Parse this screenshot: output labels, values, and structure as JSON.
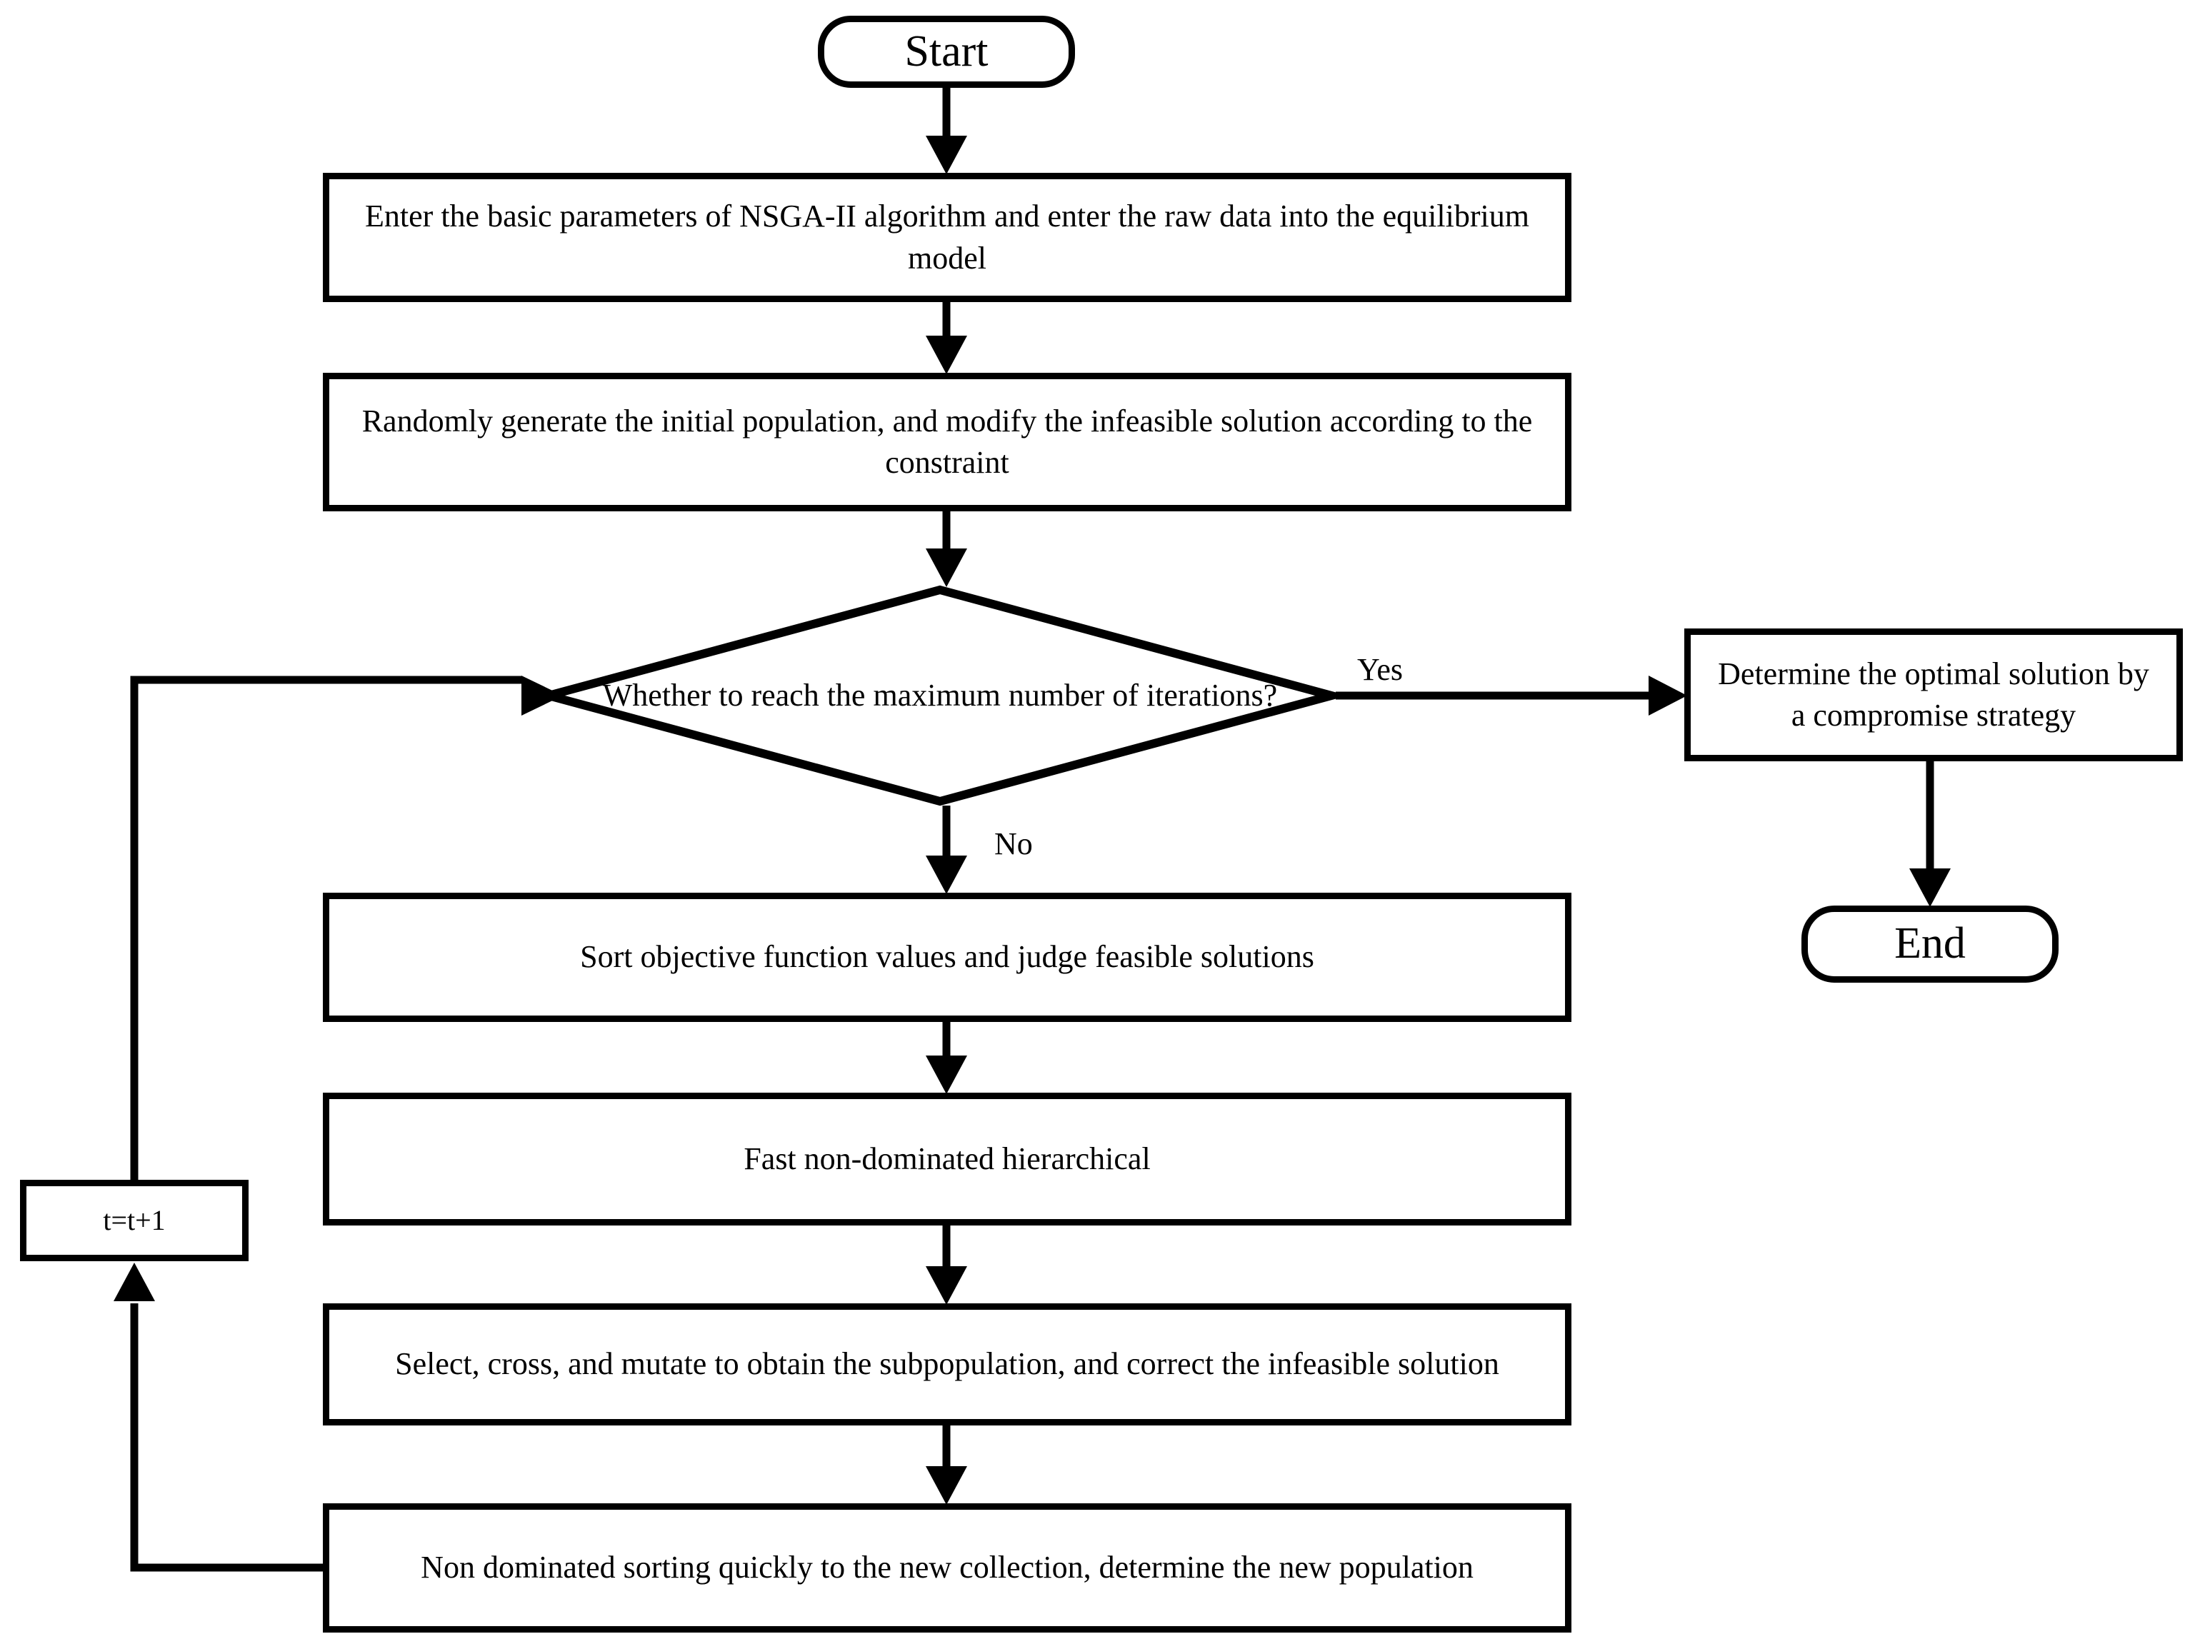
{
  "diagram": {
    "title": "NSGA-II algorithm flowchart",
    "type": "flowchart",
    "stroke_color": "#000000",
    "fill_color": "#ffffff",
    "nodes": {
      "start": {
        "label": "Start",
        "shape": "terminator"
      },
      "enter_parameters": {
        "label": "Enter the basic parameters of NSGA-II  algorithm  and enter the raw data into the equilibrium model",
        "shape": "process"
      },
      "initial_population": {
        "label": "Randomly generate the initial population, and modify the infeasible solution according to the constraint",
        "shape": "process"
      },
      "max_iterations_check": {
        "label": "Whether to reach the maximum number of iterations?",
        "shape": "decision"
      },
      "determine_optimal": {
        "label": "Determine the optimal solution by a compromise strategy",
        "shape": "process"
      },
      "end": {
        "label": "End",
        "shape": "terminator"
      },
      "sort_objective": {
        "label": "Sort objective function values and judge feasible solutions",
        "shape": "process"
      },
      "fast_nondominated": {
        "label": "Fast non-dominated hierarchical",
        "shape": "process"
      },
      "select_cross_mutate": {
        "label": "Select, cross, and mutate to obtain the subpopulation, and correct the infeasible solution",
        "shape": "process"
      },
      "new_population": {
        "label": "Non dominated sorting quickly to the new collection, determine the new population",
        "shape": "process"
      },
      "counter_increment": {
        "label": "t=t+1",
        "shape": "process"
      }
    },
    "edge_labels": {
      "yes": "Yes",
      "no": "No"
    }
  }
}
